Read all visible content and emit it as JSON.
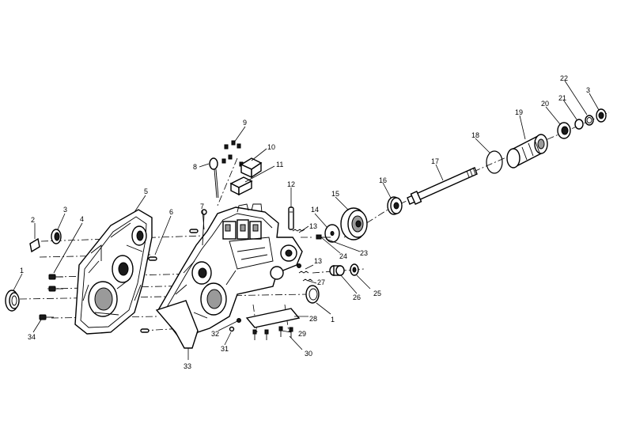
{
  "diagram": {
    "callouts": [
      {
        "id": "c1a",
        "text": "1"
      },
      {
        "id": "c1b",
        "text": "1"
      },
      {
        "id": "c2",
        "text": "2"
      },
      {
        "id": "c3a",
        "text": "3"
      },
      {
        "id": "c3b",
        "text": "3"
      },
      {
        "id": "c4",
        "text": "4"
      },
      {
        "id": "c5",
        "text": "5"
      },
      {
        "id": "c6",
        "text": "6"
      },
      {
        "id": "c7",
        "text": "7"
      },
      {
        "id": "c8",
        "text": "8"
      },
      {
        "id": "c9",
        "text": "9"
      },
      {
        "id": "c10",
        "text": "10"
      },
      {
        "id": "c11",
        "text": "11"
      },
      {
        "id": "c12",
        "text": "12"
      },
      {
        "id": "c13a",
        "text": "13"
      },
      {
        "id": "c13b",
        "text": "13"
      },
      {
        "id": "c14",
        "text": "14"
      },
      {
        "id": "c15",
        "text": "15"
      },
      {
        "id": "c16",
        "text": "16"
      },
      {
        "id": "c17",
        "text": "17"
      },
      {
        "id": "c18",
        "text": "18"
      },
      {
        "id": "c19",
        "text": "19"
      },
      {
        "id": "c20",
        "text": "20"
      },
      {
        "id": "c21",
        "text": "21"
      },
      {
        "id": "c22",
        "text": "22"
      },
      {
        "id": "c23",
        "text": "23"
      },
      {
        "id": "c24",
        "text": "24"
      },
      {
        "id": "c25",
        "text": "25"
      },
      {
        "id": "c26",
        "text": "26"
      },
      {
        "id": "c27",
        "text": "27"
      },
      {
        "id": "c28",
        "text": "28"
      },
      {
        "id": "c29",
        "text": "29"
      },
      {
        "id": "c30",
        "text": "30"
      },
      {
        "id": "c31",
        "text": "31"
      },
      {
        "id": "c32",
        "text": "32"
      },
      {
        "id": "c33",
        "text": "33"
      },
      {
        "id": "c34",
        "text": "34"
      }
    ]
  }
}
